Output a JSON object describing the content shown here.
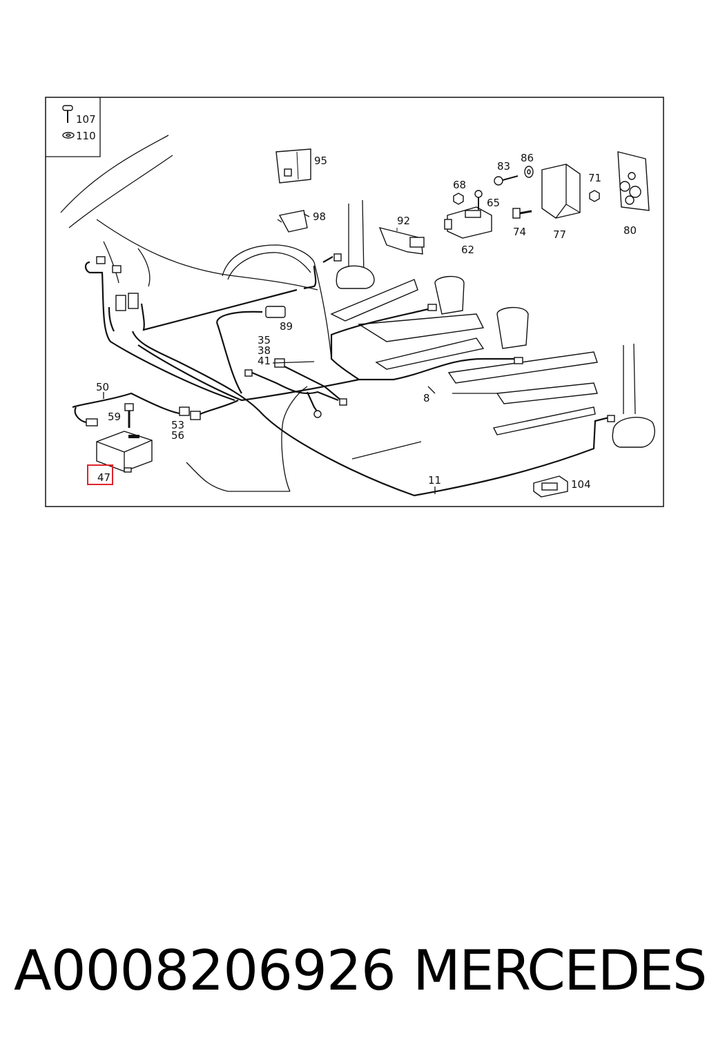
{
  "diagram": {
    "callouts": {
      "c107": "107",
      "c110": "110",
      "c95": "95",
      "c98": "98",
      "c83": "83",
      "c86": "86",
      "c68": "68",
      "c65": "65",
      "c71": "71",
      "c92": "92",
      "c62": "62",
      "c74": "74",
      "c77": "77",
      "c80": "80",
      "c89": "89",
      "c35": "35",
      "c38": "38",
      "c41": "41",
      "c50": "50",
      "c59": "59",
      "c53": "53",
      "c56": "56",
      "c8": "8",
      "c11": "11",
      "c104": "104",
      "c47": "47"
    },
    "highlight_color": "#e0232b"
  },
  "footer": {
    "part_number": "A0008206926",
    "brand": "MERCEDES"
  }
}
